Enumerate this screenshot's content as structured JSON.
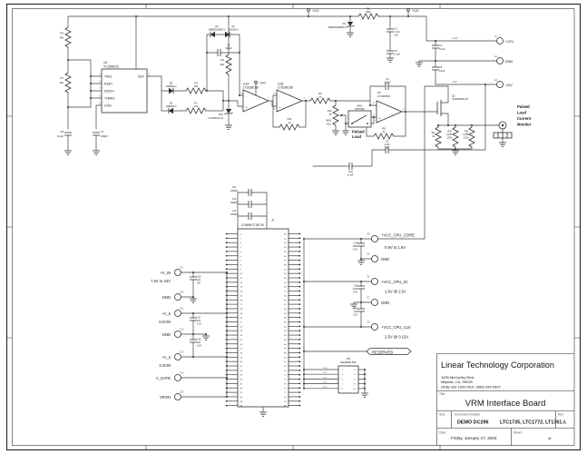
{
  "titleblock": {
    "company": "Linear Technology Corporation",
    "addr1": "1630 McCarthy Blvd.",
    "addr2": "Milpitas, CA, 95035",
    "addr3": "(408)-432-1900        FAX: (408) 434-0507",
    "title_label": "Title",
    "title": "VRM Interface Board",
    "size_label": "Size",
    "doc_label": "Document Number",
    "doc_number": "DEMO DC296",
    "doc_parts": "LTC1735, LTC1772, LT1761",
    "rev_label": "Rev",
    "rev": "A",
    "date_label": "Date:",
    "date": "Friday, January 17, 2003",
    "sheet_label": "Sheet",
    "of_label": "of"
  },
  "nets": {
    "p10v": "+10V",
    "p10v_opamp": "+10V",
    "p12v_flag": "+12V",
    "p12v": "+12V",
    "n12v": "-12V"
  },
  "terminals_top": [
    {
      "ref": "E1",
      "label": "+12V"
    },
    {
      "ref": "E2",
      "label": "GND"
    },
    {
      "ref": "E3",
      "label": "-12V"
    }
  ],
  "timer": {
    "ref": "U2",
    "part": "TLC555CD",
    "pins": {
      "trig": "TRIG",
      "rset": "RSET",
      "disch": "DISCH",
      "thres": "THRES",
      "con": "CON",
      "out": "OUT"
    },
    "pin_numbers": {
      "trig": "2",
      "rset": "4",
      "disch": "7",
      "thres": "6",
      "con": "5",
      "out": "3"
    }
  },
  "opamps": {
    "u1a_ref": "U1A",
    "u1a_part": "LT1638CS8",
    "u1b_ref": "U1B",
    "u1b_part": "LT1638CS8",
    "u3_ref": "U3",
    "u3_part": "LT1006S8",
    "plus": "+",
    "minus": "-",
    "u1a_pins": [
      "2",
      "3",
      "1"
    ],
    "u1b_pins": [
      "6",
      "5",
      "7"
    ],
    "u3_pins": [
      "2",
      "3",
      "6"
    ]
  },
  "parts": {
    "r1": [
      "R1",
      "13k"
    ],
    "r2": [
      "R2",
      "30k"
    ],
    "r3": [
      "R3",
      "30k"
    ],
    "r4": [
      "R4",
      "30k"
    ],
    "r5": [
      "R5",
      "1k"
    ],
    "r6": [
      "R6",
      "680"
    ],
    "r7": [
      "R7",
      "10k"
    ],
    "r8": [
      "R8",
      "2k"
    ],
    "r9": [
      "R9",
      "1k"
    ],
    "r10": [
      "R10",
      "0.025",
      "1/2W"
    ],
    "r11": [
      "R11",
      "0.025",
      "1/2W"
    ],
    "r12": [
      "R12",
      "1k"
    ],
    "r13": [
      "R13",
      "5k"
    ],
    "c1": [
      "C1",
      "0.1uF"
    ],
    "c2": [
      "C2",
      "100pF"
    ],
    "c3": [
      "C3",
      "4.7uF",
      "25V"
    ],
    "c4": [
      "C4",
      "0.1uF"
    ],
    "c5": [
      "C5",
      "0.1uF"
    ],
    "c6": [
      "C6",
      "100pF"
    ],
    "c7": [
      "C7",
      "100pF"
    ],
    "c8": [
      "C8",
      "0.1uF"
    ],
    "c9": [
      "C9",
      "4.7uF",
      "25V"
    ],
    "c10": [
      "C10",
      "0.1uF"
    ],
    "c11": [
      "C11",
      "1000pF"
    ],
    "c12": [
      "C12",
      "1000pF"
    ],
    "c13": [
      "C13",
      "1000pF"
    ],
    "c14": [
      "C14",
      "10uF",
      "6.3V"
    ],
    "c15": [
      "C15",
      "10uF",
      "6.3V"
    ],
    "c16": [
      "C16",
      "1uF",
      "25V"
    ],
    "c17": [
      "C17",
      "1uF",
      "6.3V"
    ],
    "c18": [
      "C18",
      "1uF",
      "6.3V"
    ],
    "c19": [
      "C19",
      "1uF",
      "6.3V"
    ],
    "d1": [
      "D1",
      "MMSZ5240BLT1"
    ],
    "d2": [
      "D2",
      "MMBZ5250BLT1"
    ],
    "d3": [
      "D3",
      "CMDSH-3"
    ],
    "d4": [
      "D4",
      "CMDSH-3"
    ],
    "d5": [
      "D5",
      "CMDSH-3"
    ],
    "vr1": [
      "VR1",
      "LT1004CZ-2.5"
    ],
    "q1": [
      "Q1",
      "SUD50N03-07"
    ],
    "sw1": [
      "SW1",
      "ON/OFF"
    ]
  },
  "annotations": {
    "pulsed": "Pulsed",
    "load": "Load",
    "mon1": "Pulsed",
    "mon2": "Load",
    "mon3": "Current",
    "mon4": "Monitor",
    "imax1": "IMAX",
    "imax2": "ADJ.",
    "reserved": "RESERVED"
  },
  "connector": {
    "ref": "J1",
    "type": "CONNECTOR 40",
    "left_pins": [
      1,
      2,
      3,
      4,
      5,
      6,
      7,
      8,
      9,
      10,
      11,
      12,
      13,
      14,
      15,
      16,
      17,
      18,
      19,
      20,
      21,
      22,
      23,
      24,
      25,
      26,
      27,
      28,
      29,
      30,
      31,
      32,
      33,
      34,
      35,
      36,
      37,
      38,
      39,
      40
    ],
    "right_pins": [
      41,
      42,
      43,
      44,
      45,
      46,
      47,
      48,
      49,
      50,
      51,
      52,
      53,
      54,
      55,
      56,
      57,
      58,
      59,
      60,
      61,
      62,
      63,
      64,
      65,
      66,
      67,
      68,
      69,
      70,
      71,
      72,
      73,
      74,
      75,
      76,
      77,
      78,
      79,
      80
    ]
  },
  "jp1": {
    "ref": "JP1",
    "type": "HEADER 5X2",
    "left_pin_numbers": [
      "1",
      "3",
      "5",
      "7",
      "9"
    ],
    "right_pin_numbers": [
      "2",
      "4",
      "6",
      "8",
      "10"
    ],
    "nets": [
      "VID4",
      "VID3",
      "VID2",
      "VID1",
      "VID0"
    ]
  },
  "terminals_left": [
    {
      "ref": "E9",
      "name": "+V_IN",
      "sub": "7.5V to 24V"
    },
    {
      "ref": "E10",
      "name": "GND"
    },
    {
      "ref": "E11",
      "name": "+V_5",
      "sub": "5.0VIN"
    },
    {
      "ref": "E12",
      "name": "GND"
    },
    {
      "ref": "E13",
      "name": "+V_3",
      "sub": "3.3VIN"
    },
    {
      "ref": "E14",
      "name": "V_GATE"
    },
    {
      "ref": "E15",
      "name": "VRON"
    }
  ],
  "terminals_right": [
    {
      "ref": "E4",
      "name": "+VCC_CPU_CORE",
      "sub": "0.9V to 1.6V"
    },
    {
      "ref": "E5",
      "name": "GND"
    },
    {
      "ref": "E6",
      "name": "+VCC_CPU_IO",
      "sub": "1.5V @ 2.5A"
    },
    {
      "ref": "E7",
      "name": "GND"
    },
    {
      "ref": "E8",
      "name": "+VCC_CPU_CLK",
      "sub": "2.5V @ 0.15A"
    }
  ]
}
